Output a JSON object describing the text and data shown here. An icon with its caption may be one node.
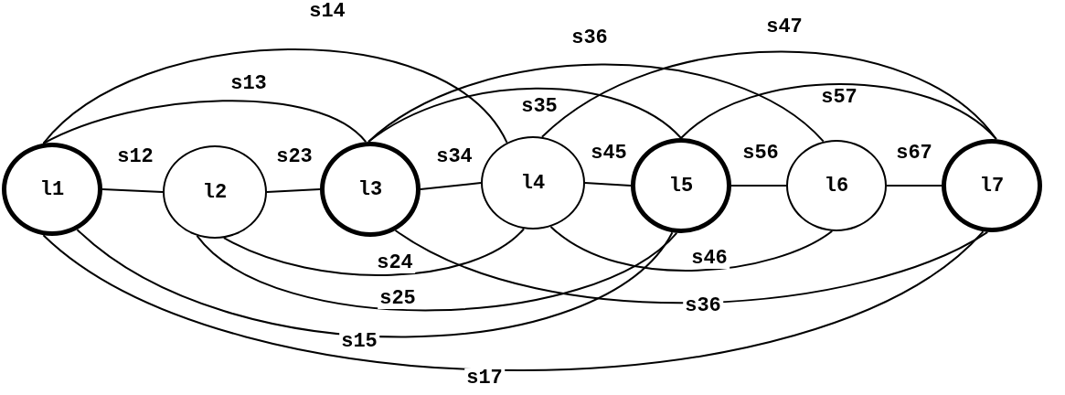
{
  "diagram": {
    "nodes": [
      {
        "text": [
          "l1"
        ]
      },
      {
        "text": [
          "l2"
        ]
      },
      {
        "text": [
          "l3"
        ]
      },
      {
        "text": [
          "l4"
        ]
      },
      {
        "text": [
          "l5"
        ]
      },
      {
        "text": [
          "l6"
        ]
      },
      {
        "text": [
          "l7"
        ]
      }
    ],
    "edges": [
      {
        "from": 0,
        "to": 1,
        "arrow": "none",
        "label": "s12"
      },
      {
        "from": 1,
        "to": 2,
        "arrow": "none",
        "label": "s23"
      },
      {
        "from": 2,
        "to": 3,
        "arrow": "none",
        "label": "s34"
      },
      {
        "from": 3,
        "to": 4,
        "arrow": "none",
        "label": "s45"
      },
      {
        "from": 4,
        "to": 5,
        "arrow": "none",
        "label": "s56"
      },
      {
        "from": 5,
        "to": 6,
        "arrow": "none",
        "label": "s67"
      },
      {
        "from": 0,
        "to": 2,
        "arrow": "none",
        "label": "s13"
      },
      {
        "from": 0,
        "to": 3,
        "arrow": "none",
        "label": "s14"
      },
      {
        "from": 2,
        "to": 5,
        "arrow": "none",
        "label": "s36"
      },
      {
        "from": 2,
        "to": 4,
        "arrow": "none",
        "label": "s35"
      },
      {
        "from": 3,
        "to": 6,
        "arrow": "none",
        "label": "s47"
      },
      {
        "from": 4,
        "to": 6,
        "arrow": "none",
        "label": "s57"
      },
      {
        "from": 1,
        "to": 3,
        "arrow": "none",
        "label": "s24"
      },
      {
        "from": 1,
        "to": 4,
        "arrow": "none",
        "label": "s25"
      },
      {
        "from": 3,
        "to": 5,
        "arrow": "none",
        "label": "s46"
      },
      {
        "from": 2,
        "to": 6,
        "arrow": "none",
        "label": "s36"
      },
      {
        "from": 0,
        "to": 4,
        "arrow": "none",
        "label": "s15"
      },
      {
        "from": 0,
        "to": 6,
        "arrow": "none",
        "label": "s17"
      }
    ]
  }
}
